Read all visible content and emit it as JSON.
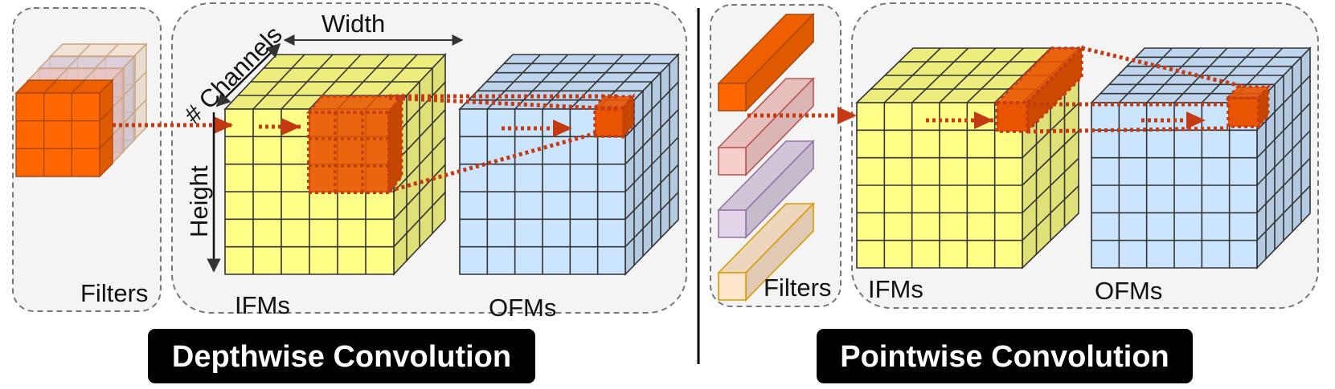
{
  "colors": {
    "filter_orange": "#ff6600",
    "filter_pink": "#f8cecc",
    "filter_purple": "#e1d5e7",
    "filter_tan": "#ffe6cc",
    "ifm_yellow": "#ffff88",
    "ofm_blue": "#cce5ff",
    "highlight": "#e85400",
    "arrow": "#c43a12",
    "panel_fill": "#f4f4f4",
    "panel_border": "#777777",
    "title_bg": "#000000",
    "title_text": "#ffffff"
  },
  "depthwise": {
    "title": "Depthwise Convolution",
    "filters_label": "Filters",
    "ifms_label": "IFMs",
    "ofms_label": "OFMs",
    "width_label": "Width",
    "height_label": "Height",
    "channels_label": "# Channels"
  },
  "pointwise": {
    "title": "Pointwise Convolution",
    "filters_label": "Filters",
    "ifms_label": "IFMs",
    "ofms_label": "OFMs"
  }
}
